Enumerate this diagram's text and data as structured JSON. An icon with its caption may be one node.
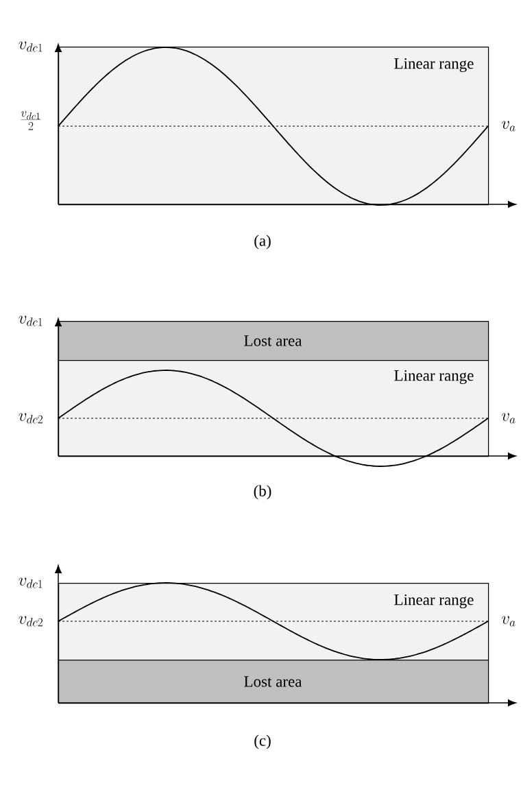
{
  "diagram": {
    "nodes": [
      {
        "text": [
          "Linear range"
        ]
      },
      {
        "text": [
          "Lost area"
        ]
      },
      {
        "text": [
          "Linear range"
        ]
      },
      {
        "text": [
          "Linear range"
        ]
      },
      {
        "text": [
          "Lost area"
        ]
      }
    ],
    "labels": [
      "v_{dc1}",
      "\\frac{v_{dc1}}{2}",
      "v_a",
      "(a)",
      "v_{dc1}",
      "v_{dc2}",
      "v_a",
      "(b)",
      "v_{dc1}",
      "v_{dc2}",
      "v_a",
      "(c)"
    ]
  }
}
